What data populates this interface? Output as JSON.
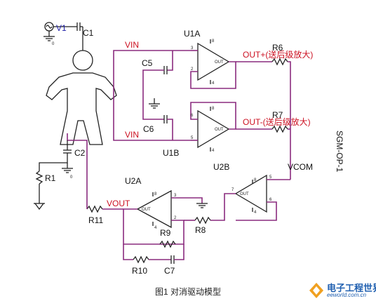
{
  "components": {
    "v1": "V1",
    "c1": "C1",
    "gnd_v1": "0",
    "u1a": "U1A",
    "u1b": "U1B",
    "u2a": "U2A",
    "u2b": "U2B",
    "c5": "C5",
    "c6": "C6",
    "c2": "C2",
    "r1": "R1",
    "gnd_c2": "0",
    "r6": "R6",
    "r7": "R7",
    "r8": "R8",
    "r9": "R9",
    "r10": "R10",
    "r11": "R11",
    "c7": "C7"
  },
  "nets": {
    "vin_top": "VIN",
    "vin_bottom": "VIN",
    "vout": "VOUT",
    "vcom": "VCOM",
    "out_plus": "OUT+(送后级放大)",
    "out_minus": "OUT-(送后级放大)"
  },
  "sheet_label": "SGM-OP-1",
  "caption": "图1  对消驱动模型",
  "watermark": {
    "title": "电子工程世界",
    "site": "eeworld.com.cn"
  },
  "pins": {
    "u1a": [
      "3",
      "2",
      "8",
      "4"
    ],
    "u1b": [
      "6",
      "5",
      "8",
      "4"
    ],
    "u2a": [
      "3",
      "2",
      "8",
      "4"
    ],
    "u2b": [
      "7",
      "5",
      "6",
      "8",
      "4"
    ],
    "out": "OUT"
  },
  "colors": {
    "wire": "#8a2b7e",
    "net_label": "#cc1122",
    "component_label": "#2222aa",
    "logo": "#1f5fb0"
  }
}
